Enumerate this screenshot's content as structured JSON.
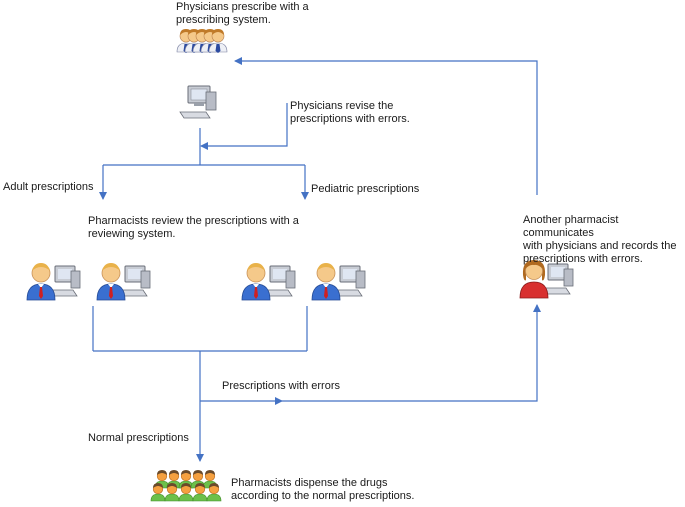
{
  "labels": {
    "physicians_prescribe": "Physicians prescribe with a\nprescribing system.",
    "physicians_revise": "Physicians revise the\nprescriptions with errors.",
    "adult_prescriptions": "Adult prescriptions",
    "pediatric_prescriptions": "Pediatric prescriptions",
    "pharmacists_review": "Pharmacists review the prescriptions with a\nreviewing system.",
    "another_pharmacist": "Another pharmacist communicates\nwith physicians and records the\nprescriptions with errors.",
    "prescriptions_with_errors": "Prescriptions with errors",
    "normal_prescriptions": "Normal prescriptions",
    "pharmacists_dispense": "Pharmacists dispense the drugs\naccording to the normal prescriptions."
  },
  "icons": {
    "physician_group": "physician-group-icon",
    "computer": "computer-icon",
    "pharmacist_workstation": "pharmacist-workstation-icon",
    "female_pharmacist_workstation": "female-pharmacist-workstation-icon",
    "dispensing_pharmacist_group": "dispensing-pharmacist-group-icon"
  },
  "colors": {
    "arrow": "#4472c4",
    "text": "#1a1a1a",
    "skin": "#f5c98a",
    "physician_coat": "#eef0f6",
    "physician_tie": "#2b4aa0",
    "pharmacist_shirt": "#3a6fd0",
    "pharmacist_tie": "#d02020",
    "female_shirt": "#d83030",
    "dispenser_shirt": "#6cc04a",
    "monitor": "#c8ccd4"
  }
}
